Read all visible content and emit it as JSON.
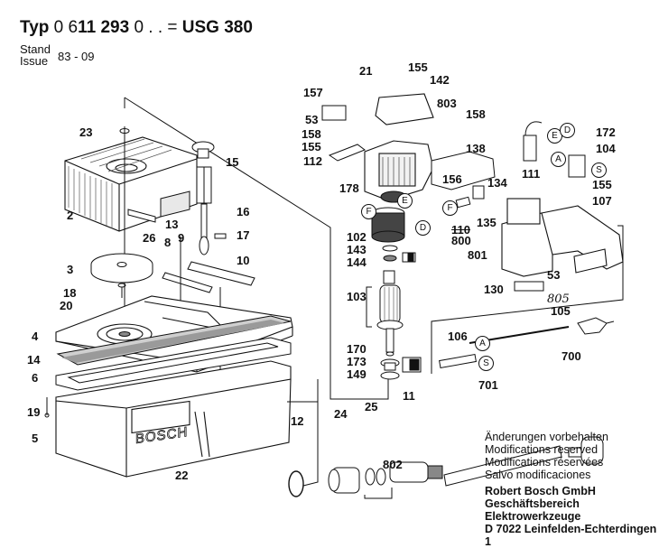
{
  "header": {
    "typ_label": "Typ",
    "part_prefix": "0 6",
    "part_bold": "11 293",
    "part_suffix": "0 . . =",
    "model": "USG 380",
    "stand_label": "Stand",
    "issue_label": "Issue",
    "issue_value": "83 - 09"
  },
  "part_labels": [
    {
      "id": "23",
      "text": "23"
    },
    {
      "id": "15",
      "text": "15"
    },
    {
      "id": "2",
      "text": "2"
    },
    {
      "id": "16",
      "text": "16"
    },
    {
      "id": "13",
      "text": "13"
    },
    {
      "id": "26",
      "text": "26"
    },
    {
      "id": "8",
      "text": "8"
    },
    {
      "id": "9",
      "text": "9"
    },
    {
      "id": "17",
      "text": "17"
    },
    {
      "id": "10",
      "text": "10"
    },
    {
      "id": "3",
      "text": "3"
    },
    {
      "id": "18",
      "text": "18"
    },
    {
      "id": "20",
      "text": "20"
    },
    {
      "id": "4",
      "text": "4"
    },
    {
      "id": "14",
      "text": "14"
    },
    {
      "id": "6",
      "text": "6"
    },
    {
      "id": "19",
      "text": "19"
    },
    {
      "id": "5",
      "text": "5"
    },
    {
      "id": "22",
      "text": "22"
    },
    {
      "id": "12",
      "text": "12"
    },
    {
      "id": "24",
      "text": "24"
    },
    {
      "id": "25",
      "text": "25"
    },
    {
      "id": "11",
      "text": "11"
    },
    {
      "id": "802",
      "text": "802"
    },
    {
      "id": "21",
      "text": "21"
    },
    {
      "id": "155a",
      "text": "155"
    },
    {
      "id": "142",
      "text": "142"
    },
    {
      "id": "157",
      "text": "157"
    },
    {
      "id": "53a",
      "text": "53"
    },
    {
      "id": "158a",
      "text": "158"
    },
    {
      "id": "155b",
      "text": "155"
    },
    {
      "id": "112",
      "text": "112"
    },
    {
      "id": "178",
      "text": "178"
    },
    {
      "id": "803",
      "text": "803"
    },
    {
      "id": "158b",
      "text": "158"
    },
    {
      "id": "138",
      "text": "138"
    },
    {
      "id": "156",
      "text": "156"
    },
    {
      "id": "134",
      "text": "134"
    },
    {
      "id": "135",
      "text": "135"
    },
    {
      "id": "110",
      "text": "110"
    },
    {
      "id": "800",
      "text": "800"
    },
    {
      "id": "111",
      "text": "111"
    },
    {
      "id": "172",
      "text": "172"
    },
    {
      "id": "104",
      "text": "104"
    },
    {
      "id": "155c",
      "text": "155"
    },
    {
      "id": "107",
      "text": "107"
    },
    {
      "id": "801",
      "text": "801"
    },
    {
      "id": "53b",
      "text": "53"
    },
    {
      "id": "130",
      "text": "130"
    },
    {
      "id": "102",
      "text": "102"
    },
    {
      "id": "143",
      "text": "143"
    },
    {
      "id": "144",
      "text": "144"
    },
    {
      "id": "103",
      "text": "103"
    },
    {
      "id": "170",
      "text": "170"
    },
    {
      "id": "173",
      "text": "173"
    },
    {
      "id": "149",
      "text": "149"
    },
    {
      "id": "805",
      "text": "805"
    },
    {
      "id": "105",
      "text": "105"
    },
    {
      "id": "106",
      "text": "106"
    },
    {
      "id": "700",
      "text": "700"
    },
    {
      "id": "701",
      "text": "701"
    }
  ],
  "wire_markers": [
    {
      "id": "E1",
      "text": "E"
    },
    {
      "id": "F1",
      "text": "F"
    },
    {
      "id": "D1",
      "text": "D"
    },
    {
      "id": "F2",
      "text": "F"
    },
    {
      "id": "E2",
      "text": "E"
    },
    {
      "id": "D2",
      "text": "D"
    },
    {
      "id": "A1",
      "text": "A"
    },
    {
      "id": "S1",
      "text": "S"
    },
    {
      "id": "A2",
      "text": "A"
    },
    {
      "id": "S2",
      "text": "S"
    }
  ],
  "box_brand": "BOSCH",
  "footer": {
    "line1": "Änderungen vorbehalten",
    "line2": "Modifications reserved",
    "line3": "Modifications réservées",
    "line4": "Salvo modificaciones",
    "company": "Robert Bosch GmbH",
    "division": "Geschäftsbereich Elektrowerkzeuge",
    "address": "D 7022 Leinfelden-Echterdingen 1"
  }
}
